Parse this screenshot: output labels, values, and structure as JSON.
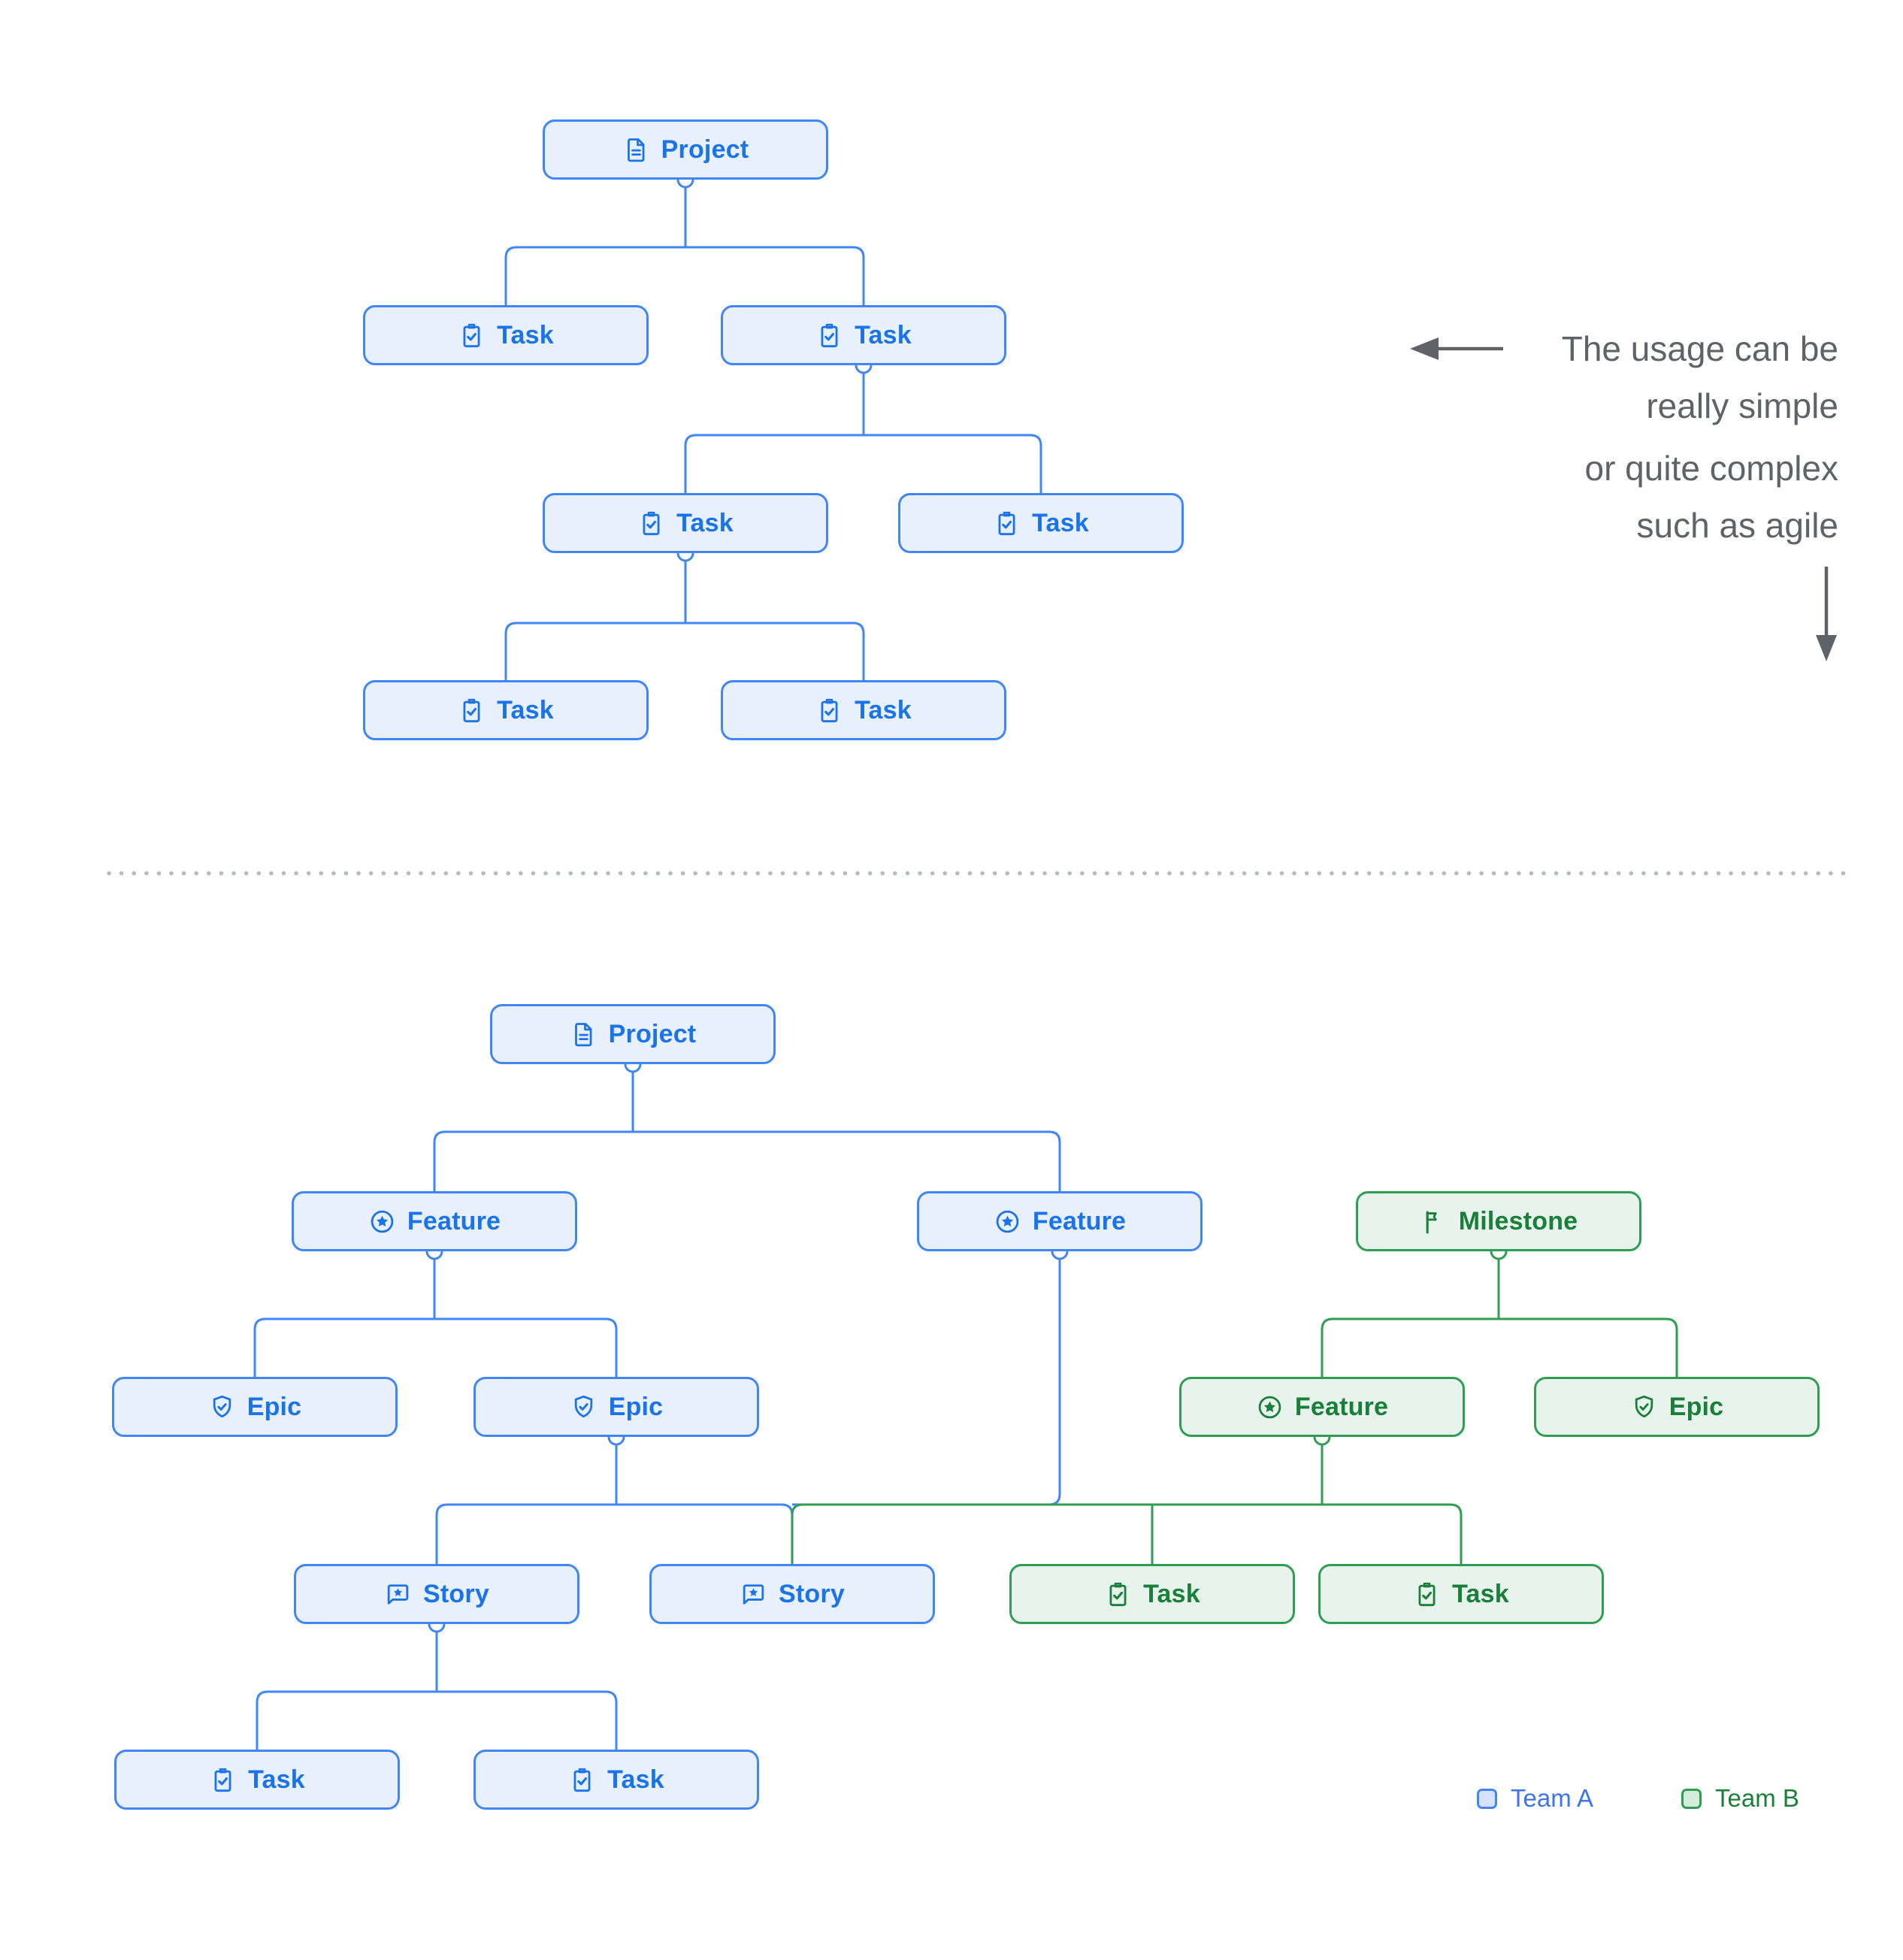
{
  "top": {
    "nodes": [
      {
        "type": "project",
        "team": "A",
        "label": "Project"
      },
      {
        "type": "task",
        "team": "A",
        "label": "Task"
      },
      {
        "type": "task",
        "team": "A",
        "label": "Task"
      },
      {
        "type": "task",
        "team": "A",
        "label": "Task"
      },
      {
        "type": "task",
        "team": "A",
        "label": "Task"
      },
      {
        "type": "task",
        "team": "A",
        "label": "Task"
      },
      {
        "type": "task",
        "team": "A",
        "label": "Task"
      }
    ]
  },
  "notes": {
    "note1": [
      "The usage can be",
      "really simple"
    ],
    "note2": [
      "or quite complex",
      "such as agile"
    ]
  },
  "bottom": {
    "nodes": [
      {
        "type": "project",
        "team": "A",
        "label": "Project"
      },
      {
        "type": "feature",
        "team": "A",
        "label": "Feature"
      },
      {
        "type": "feature",
        "team": "A",
        "label": "Feature"
      },
      {
        "type": "milestone",
        "team": "B",
        "label": "Milestone"
      },
      {
        "type": "epic",
        "team": "A",
        "label": "Epic"
      },
      {
        "type": "epic",
        "team": "A",
        "label": "Epic"
      },
      {
        "type": "feature",
        "team": "B",
        "label": "Feature"
      },
      {
        "type": "epic",
        "team": "B",
        "label": "Epic"
      },
      {
        "type": "story",
        "team": "A",
        "label": "Story"
      },
      {
        "type": "story",
        "team": "A",
        "label": "Story"
      },
      {
        "type": "task",
        "team": "B",
        "label": "Task"
      },
      {
        "type": "task",
        "team": "B",
        "label": "Task"
      },
      {
        "type": "task",
        "team": "A",
        "label": "Task"
      },
      {
        "type": "task",
        "team": "A",
        "label": "Task"
      }
    ]
  },
  "legend": {
    "items": [
      {
        "label": "Team A",
        "color": "#4285f4"
      },
      {
        "label": "Team B",
        "color": "#188038"
      }
    ]
  },
  "palette": {
    "team_a": {
      "fill": "#e8f0fe",
      "border": "#4285f4",
      "text": "#1a73e8"
    },
    "team_b": {
      "fill": "#e7f3ec",
      "border": "#2f9e52",
      "text": "#188038"
    },
    "annotation_text": "#5f6368",
    "separator_dots": "#b7bbc1"
  },
  "icons": {
    "project": "document-icon",
    "task": "clipboard-check-icon",
    "feature": "star-circle-icon",
    "epic": "shield-check-icon",
    "story": "story-bubble-icon",
    "milestone": "flag-icon"
  }
}
